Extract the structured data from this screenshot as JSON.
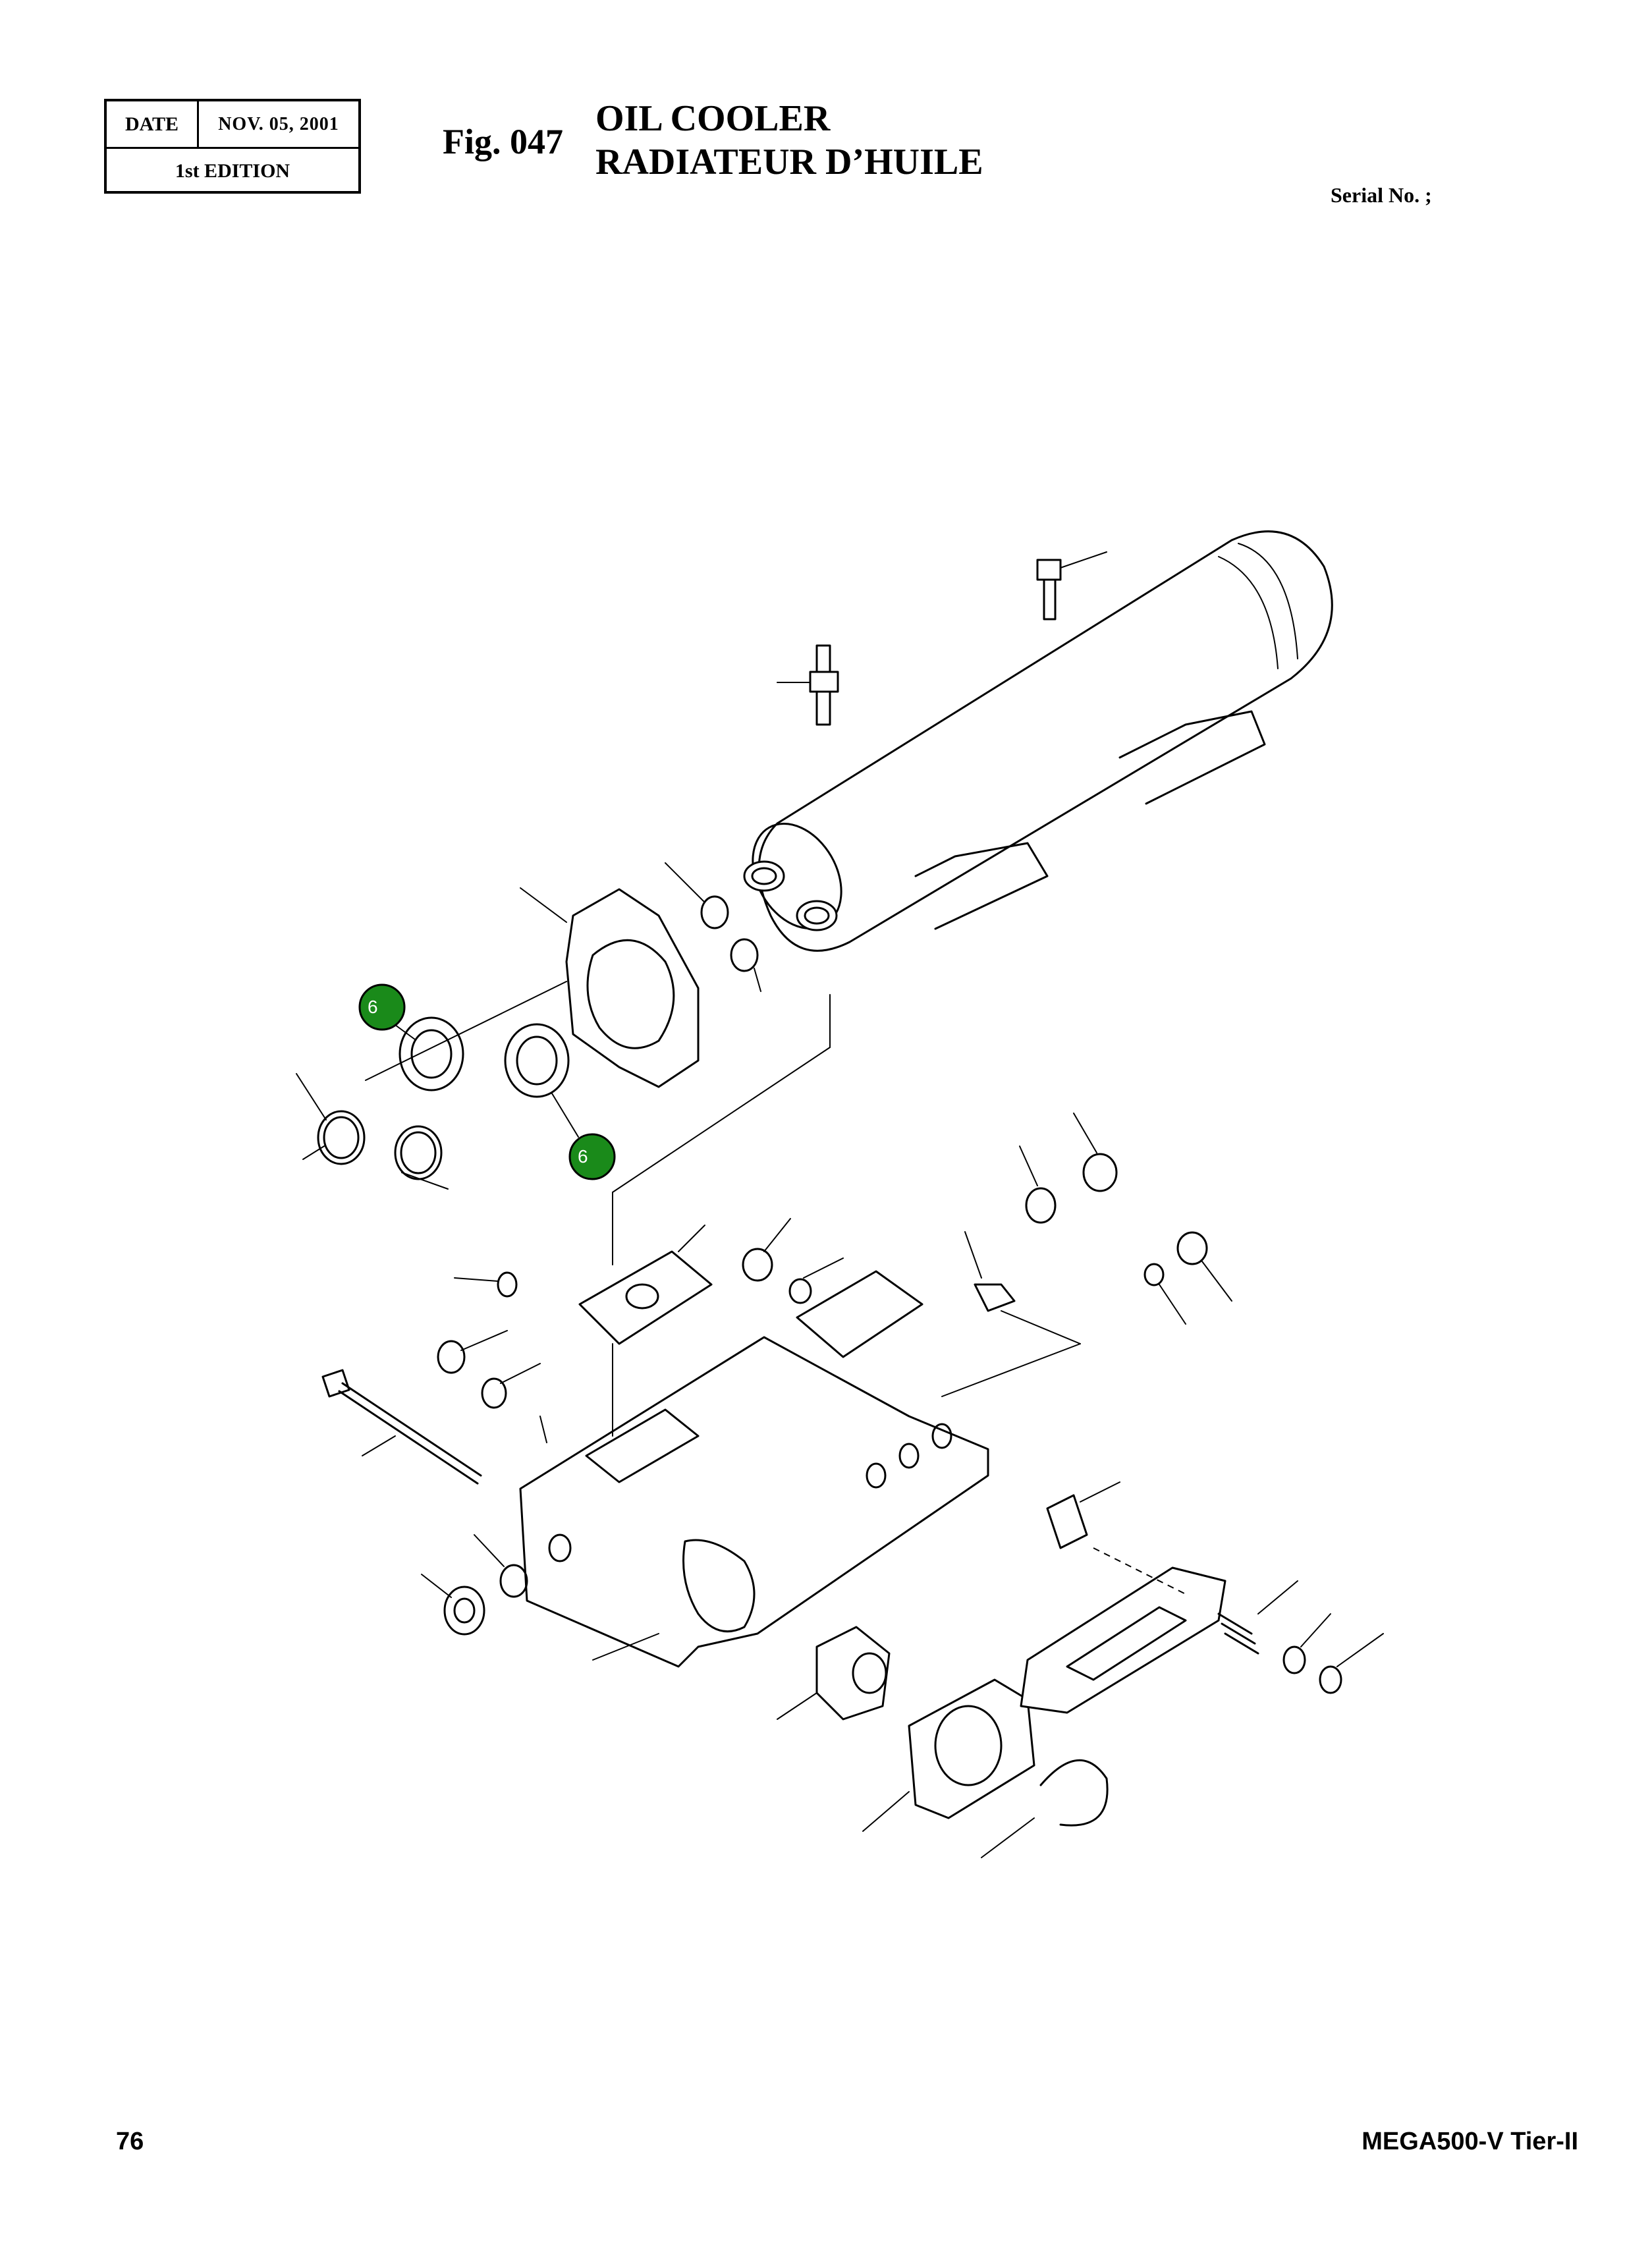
{
  "header": {
    "date_label": "DATE",
    "date_value": "NOV. 05, 2001",
    "edition": "1st EDITION",
    "fig_number": "Fig. 047",
    "title_en": "OIL COOLER",
    "title_fr": "RADIATEUR D’HUILE",
    "serial": "Serial No. ;"
  },
  "footer": {
    "page_number": "76",
    "model": "MEGA500-V Tier-II"
  },
  "callouts": [
    {
      "label": "6",
      "color": "#1a8a1a"
    },
    {
      "label": "6",
      "color": "#1a8a1a"
    }
  ],
  "colors": {
    "callout_fill": "#1a8a1a",
    "line": "#000000",
    "background": "#ffffff"
  }
}
